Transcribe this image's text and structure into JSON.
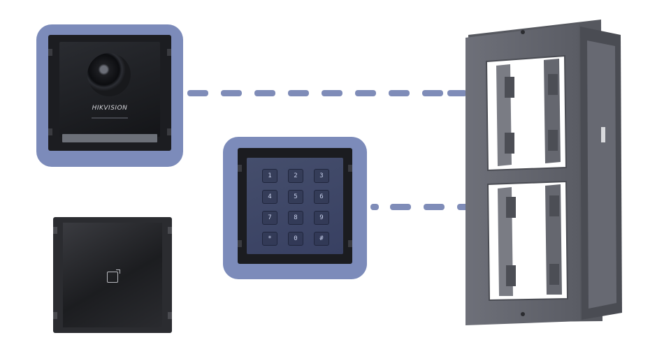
{
  "camera_module": {
    "brand": "HIKVISION",
    "lens": "camera-lens",
    "highlight_color": "#7c8bba"
  },
  "keypad_module": {
    "keys": [
      "1",
      "2",
      "3",
      "4",
      "5",
      "6",
      "7",
      "8",
      "9",
      "*",
      "0",
      "#"
    ],
    "highlight_color": "#7c8bba"
  },
  "card_reader_module": {
    "icon": "card-tap-icon"
  },
  "mounting_frame": {
    "slots": 2,
    "color": "#5f6169"
  },
  "connector_color": "#7f8cb8"
}
